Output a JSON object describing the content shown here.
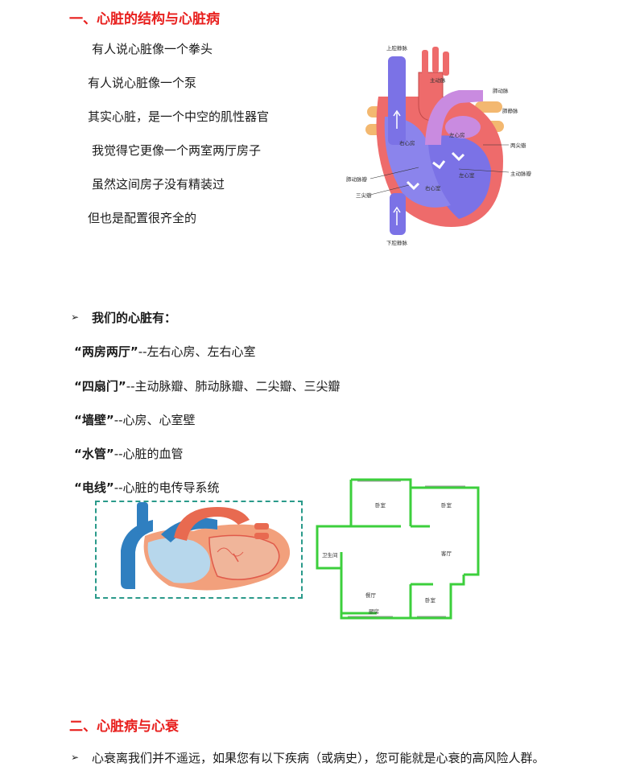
{
  "section1": {
    "title": "一、心脏的结构与心脏病",
    "lines": [
      "有人说心脏像一个拳头",
      "有人说心脏像一个泵",
      "其实心脏，是一个中空的肌性器官",
      "我觉得它更像一个两室两厅房子",
      "虽然这间房子没有精装过",
      "但也是配置很齐全的"
    ]
  },
  "heart_diagram": {
    "labels": {
      "svc": "上腔静脉",
      "aorta": "主动脉",
      "pulm_artery": "肺动脉",
      "pulm_vein": "肺静脉",
      "ra": "右心房",
      "la": "左心房",
      "bicuspid": "两尖瓣",
      "aortic_valve": "主动脉瓣",
      "pulm_valve": "肺动脉瓣",
      "lv": "左心室",
      "rv": "右心室",
      "tricuspid": "三尖瓣",
      "ivc": "下腔静脉"
    }
  },
  "parts": {
    "heading_bullet": "➢",
    "heading": "我们的心脏有：",
    "items": [
      {
        "term": "“两房两厅”",
        "desc": "--左右心房、左右心室"
      },
      {
        "term": "“四扇门”",
        "desc": "--主动脉瓣、肺动脉瓣、二尖瓣、三尖瓣"
      },
      {
        "term": "“墙壁”",
        "desc": "--心房、心室壁"
      },
      {
        "term": "“水管”",
        "desc": "--心脏的血管"
      },
      {
        "term": "“电线”",
        "desc": "--心脏的电传导系统"
      }
    ]
  },
  "floorplan": {
    "rooms": {
      "bedroom1": "卧室",
      "bedroom2": "卧室",
      "bathroom": "卫生间",
      "living": "客厅",
      "dining": "餐厅",
      "bedroom3": "卧室",
      "kitchen": "厨房"
    }
  },
  "section2": {
    "title": "二、心脏病与心衰",
    "bullet": "➢",
    "text": "心衰离我们并不遥远，如果您有以下疾病（或病史），您可能就是心衰的高风险人群。"
  },
  "colors": {
    "heading": "#e8201e",
    "heart_red": "#ee6b6b",
    "heart_blue": "#7b72e6",
    "heart_purple": "#c98be0",
    "floor_wall": "#3ccf3c",
    "frame_dash": "#2a9a8a"
  }
}
